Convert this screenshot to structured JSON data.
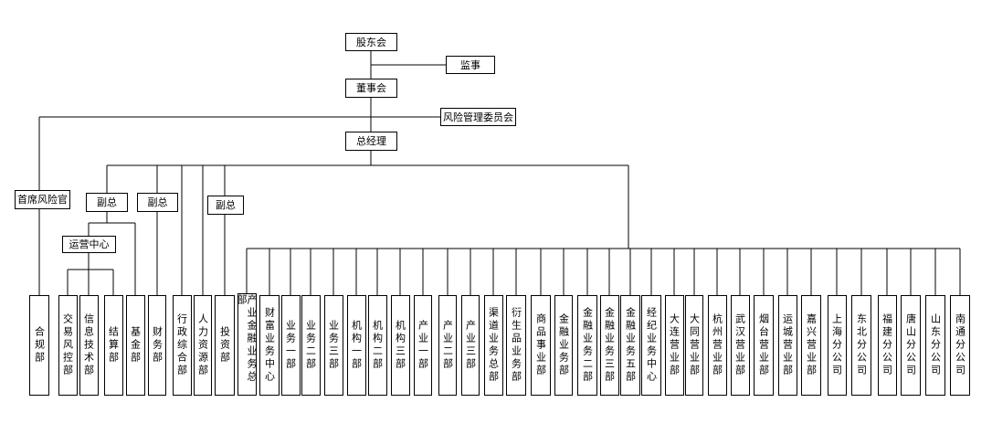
{
  "top": {
    "shareholders": "股东会",
    "supervisor": "监事",
    "board": "董事会",
    "risk_committee": "风险管理委员会",
    "gm": "总经理",
    "cro": "首席风险官",
    "vp1": "副总",
    "vp2": "副总",
    "vp3": "副总",
    "ops_center": "运营中心"
  },
  "departments": [
    "合规部",
    "交易风控部",
    "信息技术部",
    "结算部",
    "基金部",
    "财务部",
    "行政综合部",
    "人力资源部",
    "投资部",
    "产业金融业务总部",
    "财富业务中心",
    "业务一部",
    "业务二部",
    "业务三部",
    "机构一部",
    "机构二部",
    "机构三部",
    "产业一部",
    "产业二部",
    "产业三部",
    "渠道业务总部",
    "衍生品业务部",
    "商品事业部",
    "金融业务部",
    "金融业务二部",
    "金融业务三部",
    "金融业务五部",
    "经纪业务中心",
    "大连营业部",
    "大同营业部",
    "杭州营业部",
    "武汉营业部",
    "烟台营业部",
    "运城营业部",
    "嘉兴营业部",
    "上海分公司",
    "东北分公司",
    "福建分公司",
    "唐山分公司",
    "山东分公司",
    "南通分公司"
  ]
}
